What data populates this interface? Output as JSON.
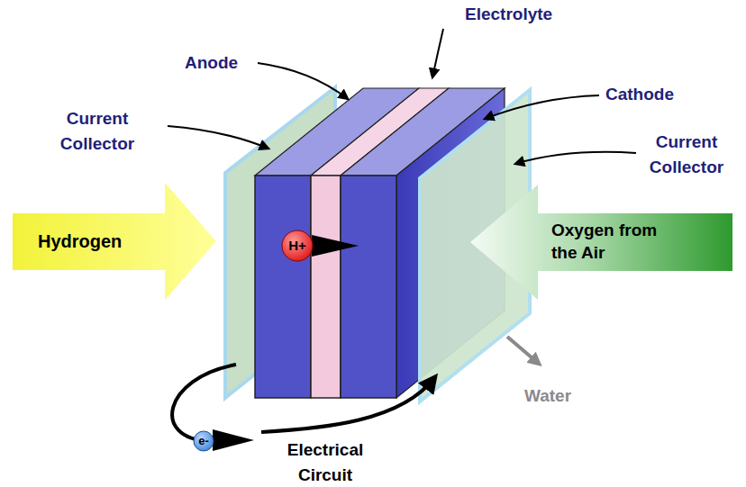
{
  "diagram": {
    "nodes": [
      {
        "text": [
          "Hydrogen"
        ]
      },
      {
        "text": [
          "H+"
        ]
      },
      {
        "text": [
          "Oxygen from the Air"
        ]
      },
      {
        "text": [
          "e-"
        ]
      }
    ],
    "labels": [
      "Electrolyte",
      "Anode",
      "Cathode",
      "Current Collector",
      "Current Collector",
      "Water",
      "Electrical Circuit"
    ]
  }
}
